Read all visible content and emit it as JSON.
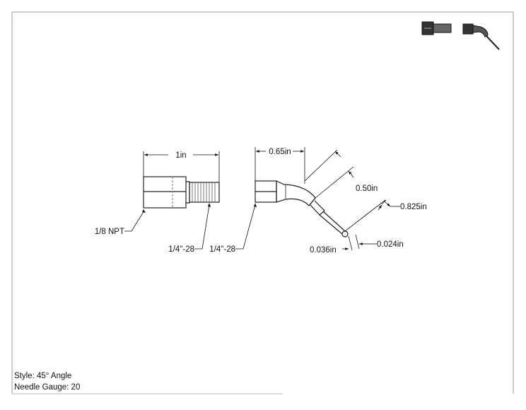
{
  "drawing": {
    "dimensions": {
      "adapter_length": "1in",
      "hub_length": "0.65in",
      "needle_length": "0.50in",
      "bend_length": "0.825in",
      "inner_diameter": "0.024in",
      "outer_diameter": "0.036in"
    },
    "callouts": {
      "pipe_thread": "1/8 NPT",
      "adapter_thread": "1/4\"-28",
      "hub_thread": "1/4\"-28"
    },
    "notes": {
      "style": "Style: 45° Angle",
      "gauge": "Needle Gauge: 20"
    }
  }
}
